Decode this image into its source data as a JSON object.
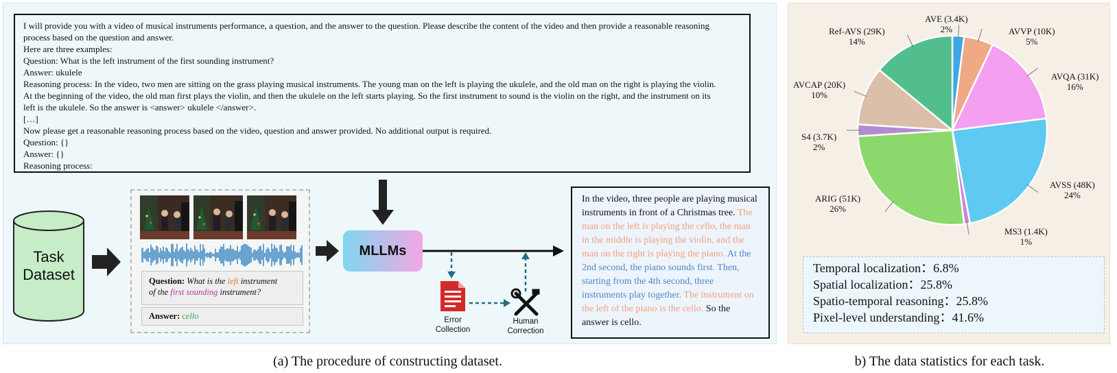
{
  "prompt": {
    "lines": [
      "I will provide you with a video of musical instruments performance, a question, and the answer to the question. Please describe the content of the video and then provide a reasonable reasoning",
      "process based on the question and answer.",
      "Here are three examples:",
      "Question: What is the left instrument of the first sounding instrument?",
      "Answer: ukulele",
      "Reasoning process: In the video, two men are sitting on the grass playing musical instruments. The young man on the left is playing the ukulele, and the old man on the right is playing the violin.",
      "At the beginning of the video, the old man first plays the violin, and then the ukulele on the left starts playing. So the first instrument to sound is the violin on the right, and the instrument on its",
      "left is the ukulele. So the answer is <answer> ukulele </answer>.",
      "[…]",
      "Now please get a reasonable reasoning process based on the video, question and answer provided. No additional output is required.",
      "Question: {}",
      "Answer: {}",
      "Reasoning process:"
    ]
  },
  "dataset": {
    "line1": "Task",
    "line2": "Dataset"
  },
  "sample": {
    "question_label": "Question:",
    "q_part1": "What is the",
    "q_left": "left",
    "q_part2": "instrument",
    "q_part3": "of the",
    "q_first": "first sounding",
    "q_part4": "instrument?",
    "answer_label": "Answer:",
    "answer_value": "cello"
  },
  "model": {
    "label": "MLLMs"
  },
  "feedback": {
    "error_line1": "Error",
    "error_line2": "Collection",
    "human_line1": "Human",
    "human_line2": "Correction"
  },
  "output": {
    "t1": "In the video, three people are playing musical instruments in front of a Christmas tree.",
    "t2": "The man on the left is playing the cello, the man in the middle is playing the violin, and the man on the right is playing the piano.",
    "t3": "At the 2nd second, the piano sounds first. Then, starting from the 4th second, three instruments play together.",
    "t4": "The instrument on the left of the piano is the cello.",
    "t5": "So the answer is  cello."
  },
  "captions": {
    "a": "(a) The procedure of constructing dataset.",
    "b": "b) The data statistics for each task."
  },
  "stats": [
    "Temporal localization：6.8%",
    "Spatial localization：25.8%",
    "Spatio-temporal reasoning：25.8%",
    "Pixel-level understanding：41.6%"
  ],
  "colors": {
    "orange_text": "#f0a27e",
    "blue_text": "#4c88cc",
    "question_purple": "#b03a9a",
    "answer_green": "#3aa55a",
    "waveform": "#2e7fc0",
    "error_red": "#d42a2a",
    "arrow_teal": "#1f6e86"
  },
  "chart_data": {
    "type": "pie",
    "slices": [
      {
        "label": "AVE (3.4K)",
        "percent_label": "2%",
        "value": 2,
        "color": "#3ea7e6"
      },
      {
        "label": "AVVP (10K)",
        "percent_label": "5%",
        "value": 5,
        "color": "#f0a985"
      },
      {
        "label": "AVQA (31K)",
        "percent_label": "16%",
        "value": 16,
        "color": "#f49ff0"
      },
      {
        "label": "AVSS (48K)",
        "percent_label": "24%",
        "value": 24,
        "color": "#5ec9f1"
      },
      {
        "label": "MS3 (1.4K)",
        "percent_label": "1%",
        "value": 1,
        "color": "#cf84d9"
      },
      {
        "label": "ARIG (51K)",
        "percent_label": "26%",
        "value": 26,
        "color": "#8cd86c"
      },
      {
        "label": "S4 (3.7K)",
        "percent_label": "2%",
        "value": 2,
        "color": "#b48ad2"
      },
      {
        "label": "AVCAP (20K)",
        "percent_label": "10%",
        "value": 10,
        "color": "#dcbfa8"
      },
      {
        "label": "Ref-AVS (29K)",
        "percent_label": "14%",
        "value": 14,
        "color": "#52be8e"
      }
    ]
  }
}
